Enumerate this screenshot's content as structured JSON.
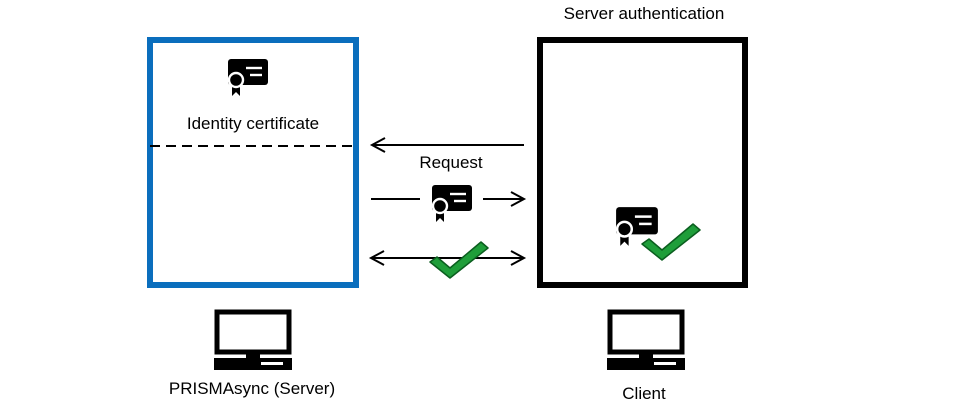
{
  "title": "Server authentication",
  "server": {
    "certificate_label": "Identity certificate",
    "computer_label": "PRISMAsync (Server)",
    "border_color": "#0a6ebd"
  },
  "client": {
    "computer_label": "Client",
    "border_color": "#000000"
  },
  "flow": {
    "request_label": "Request"
  },
  "icons": {
    "certificate": "certificate-icon",
    "checkmark": "checkmark-icon",
    "computer": "computer-icon"
  },
  "colors": {
    "check_fill": "#1f9e3a",
    "check_stroke": "#0b5e1f"
  }
}
